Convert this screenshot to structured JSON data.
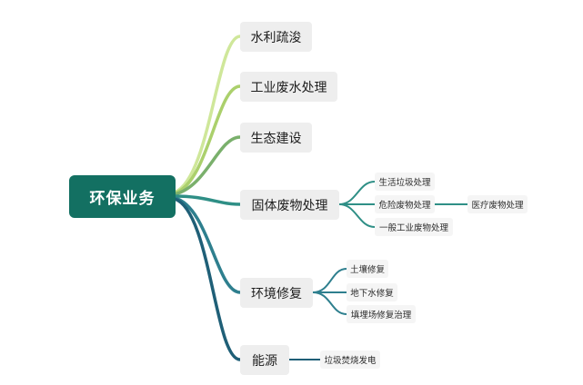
{
  "root": {
    "label": "环保业务"
  },
  "branches": [
    {
      "label": "水利疏浚",
      "color": "#c6e08a"
    },
    {
      "label": "工业废水处理",
      "color": "#a8d068"
    },
    {
      "label": "生态建设",
      "color": "#7fb070"
    },
    {
      "label": "固体废物处理",
      "color": "#2f8f86",
      "children": [
        {
          "label": "生活垃圾处理"
        },
        {
          "label": "危险废物处理",
          "children": [
            {
              "label": "医疗废物处理"
            }
          ]
        },
        {
          "label": "一般工业废物处理"
        }
      ]
    },
    {
      "label": "环境修复",
      "color": "#2e7f8e",
      "children": [
        {
          "label": "土壤修复"
        },
        {
          "label": "地下水修复"
        },
        {
          "label": "填埋场修复治理"
        }
      ]
    },
    {
      "label": "能源",
      "color": "#1f5f77",
      "children": [
        {
          "label": "垃圾焚烧发电"
        }
      ]
    }
  ]
}
